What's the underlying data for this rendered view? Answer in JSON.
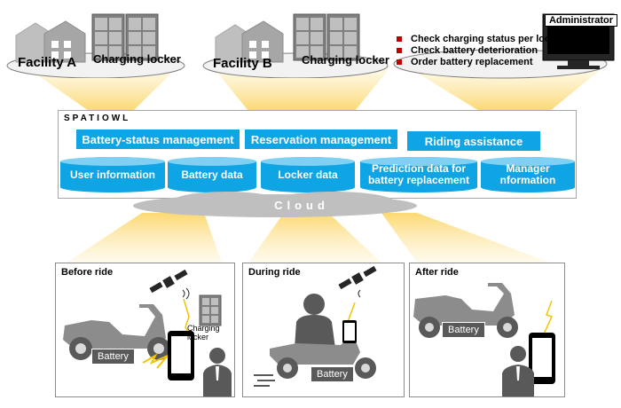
{
  "facilities": [
    {
      "name": "Facility A",
      "locker_label": "Charging locker"
    },
    {
      "name": "Facility B",
      "locker_label": "Charging locker"
    }
  ],
  "manager": {
    "title": "Administrator",
    "tasks": [
      "Check charging status per locker",
      "Check battery deterioration",
      "Order battery replacement"
    ]
  },
  "platform": {
    "brand": "SPATIOWL",
    "functions": [
      "Battery-status management",
      "Reservation management",
      "Riding assistance"
    ],
    "databases": [
      "User information",
      "Battery data",
      "Locker data",
      "Prediction data for battery replacement",
      "Manager nformation"
    ],
    "cloud_label": "Cloud"
  },
  "panels": [
    {
      "title": "Before ride",
      "battery_label": "Battery",
      "locker_label": "Charging locker"
    },
    {
      "title": "During ride",
      "battery_label": "Battery"
    },
    {
      "title": "After ride",
      "battery_label": "Battery"
    }
  ],
  "colors": {
    "accent": "#0fa4e3",
    "beam": "#fde9a6",
    "cloud": "#bfbfbf",
    "bullet": "#c00000"
  }
}
